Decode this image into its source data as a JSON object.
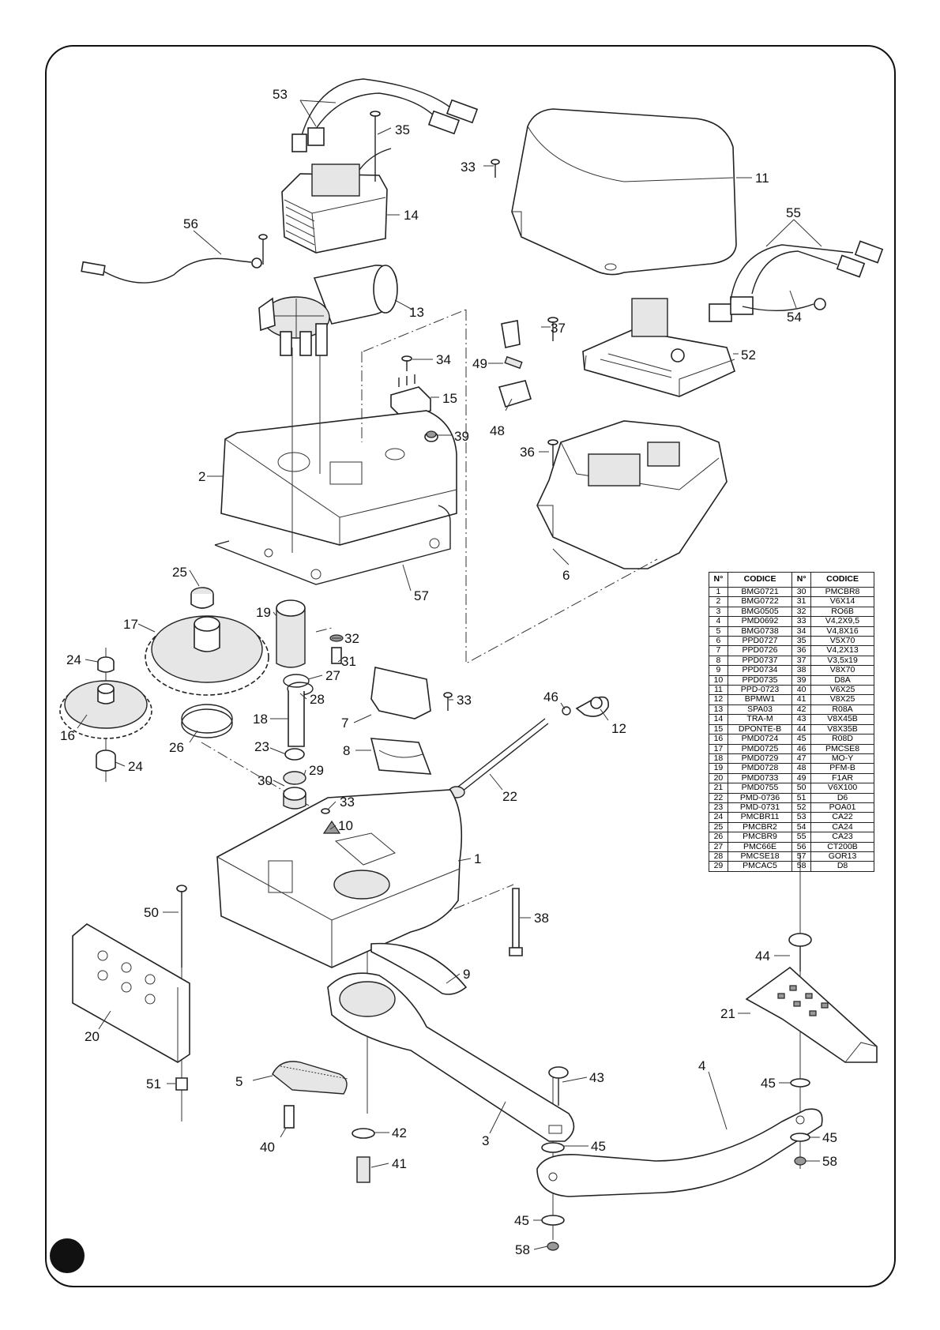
{
  "table": {
    "headers": [
      "N°",
      "CODICE",
      "N°",
      "CODICE"
    ],
    "rows": [
      [
        "1",
        "BMG0721",
        "30",
        "PMCBR8"
      ],
      [
        "2",
        "BMG0722",
        "31",
        "V6X14"
      ],
      [
        "3",
        "BMG0505",
        "32",
        "RO6B"
      ],
      [
        "4",
        "PMD0692",
        "33",
        "V4,2X9,5"
      ],
      [
        "5",
        "BMG0738",
        "34",
        "V4,8X16"
      ],
      [
        "6",
        "PPD0727",
        "35",
        "V5X70"
      ],
      [
        "7",
        "PPD0726",
        "36",
        "V4,2X13"
      ],
      [
        "8",
        "PPD0737",
        "37",
        "V3,5x19"
      ],
      [
        "9",
        "PPD0734",
        "38",
        "V8X70"
      ],
      [
        "10",
        "PPD0735",
        "39",
        "D8A"
      ],
      [
        "11",
        "PPD-0723",
        "40",
        "V6X25"
      ],
      [
        "12",
        "BPMW1",
        "41",
        "V8X25"
      ],
      [
        "13",
        "SPA03",
        "42",
        "R08A"
      ],
      [
        "14",
        "TRA-M",
        "43",
        "V8X45B"
      ],
      [
        "15",
        "DPONTE-B",
        "44",
        "V8X35B"
      ],
      [
        "16",
        "PMD0724",
        "45",
        "R08D"
      ],
      [
        "17",
        "PMD0725",
        "46",
        "PMCSE8"
      ],
      [
        "18",
        "PMD0729",
        "47",
        "MO-Y"
      ],
      [
        "19",
        "PMD0728",
        "48",
        "PFM-B"
      ],
      [
        "20",
        "PMD0733",
        "49",
        "F1AR"
      ],
      [
        "21",
        "PMD0755",
        "50",
        "V6X100"
      ],
      [
        "22",
        "PMD-0736",
        "51",
        "D6"
      ],
      [
        "23",
        "PMD-0731",
        "52",
        "POA01"
      ],
      [
        "24",
        "PMCBR11",
        "53",
        "CA22"
      ],
      [
        "25",
        "PMCBR2",
        "54",
        "CA24"
      ],
      [
        "26",
        "PMCBR9",
        "55",
        "CA23"
      ],
      [
        "27",
        "PMC66E",
        "56",
        "CT200B"
      ],
      [
        "28",
        "PMCSE18",
        "57",
        "GOR13"
      ],
      [
        "29",
        "PMCAC5",
        "58",
        "D8"
      ]
    ]
  },
  "callouts": {
    "c1": "1",
    "c2": "2",
    "c3": "3",
    "c4": "4",
    "c5": "5",
    "c6": "6",
    "c7": "7",
    "c8": "8",
    "c9": "9",
    "c10": "10",
    "c11": "11",
    "c12": "12",
    "c13": "13",
    "c14": "14",
    "c15": "15",
    "c16": "16",
    "c17": "17",
    "c18": "18",
    "c19": "19",
    "c20": "20",
    "c21": "21",
    "c22": "22",
    "c23": "23",
    "c24a": "24",
    "c24b": "24",
    "c25": "25",
    "c26": "26",
    "c27": "27",
    "c28": "28",
    "c29": "29",
    "c30": "30",
    "c31": "31",
    "c32": "32",
    "c33a": "33",
    "c33b": "33",
    "c33c": "33",
    "c34": "34",
    "c35": "35",
    "c36": "36",
    "c37": "37",
    "c38": "38",
    "c39": "39",
    "c40": "40",
    "c41": "41",
    "c42": "42",
    "c43": "43",
    "c44": "44",
    "c45a": "45",
    "c45b": "45",
    "c45c": "45",
    "c45d": "45",
    "c46": "46",
    "c48": "48",
    "c49": "49",
    "c50": "50",
    "c51": "51",
    "c52": "52",
    "c53": "53",
    "c54": "54",
    "c55": "55",
    "c56": "56",
    "c57": "57",
    "c58a": "58",
    "c58b": "58"
  }
}
